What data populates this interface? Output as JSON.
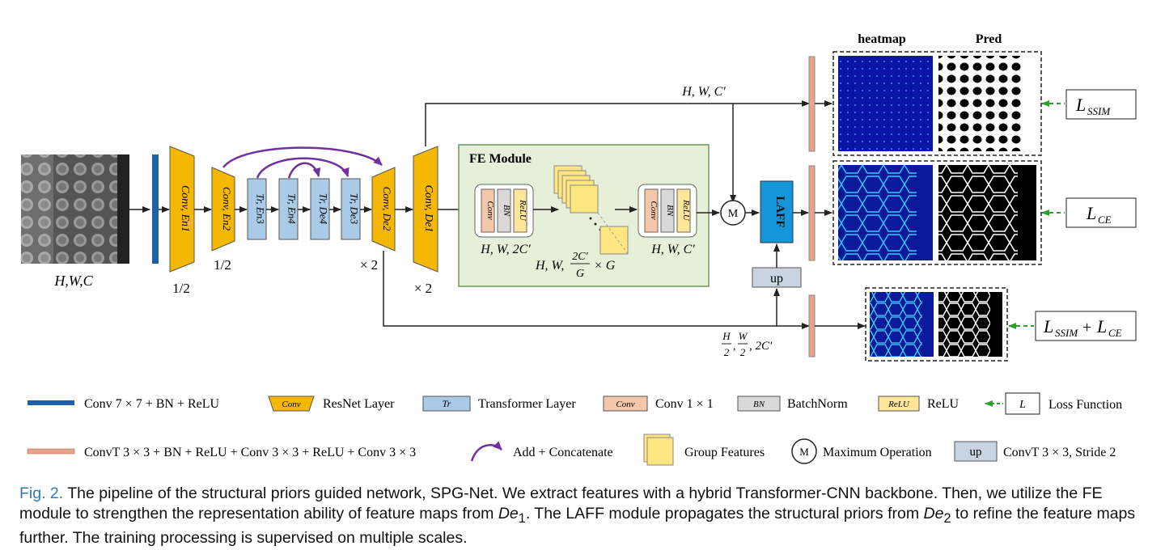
{
  "input": {
    "dims": "H,W,C"
  },
  "blocks": {
    "conv_en1": "Conv, En1",
    "conv_en2": "Conv, En2",
    "tr_en3": "Tr, En3",
    "tr_en4": "Tr, En4",
    "tr_de4": "Tr, De4",
    "tr_de3": "Tr, De3",
    "conv_de2": "Conv, De2",
    "conv_de1": "Conv, De1"
  },
  "scales": {
    "en1": "1/2",
    "en2": "1/2",
    "de2": "× 2",
    "de1": "× 2"
  },
  "fe_module": {
    "title": "FE Module",
    "conv": "Conv",
    "bn": "BN",
    "relu": "ReLU",
    "dim_left": "H, W, 2C′",
    "dim_mid_prefix": "H, W,",
    "dim_mid_num": "2C′",
    "dim_mid_den": "G",
    "dim_mid_suffix": "× G",
    "dim_right": "H, W, C′"
  },
  "top_dim": "H, W, C′",
  "bottom_dim": {
    "h_num": "H",
    "den": "2",
    "w_num": "W",
    "tail": ", 2C′"
  },
  "max_op": "M",
  "laff": "LAFF",
  "up": "up",
  "outputs": {
    "heatmap_label": "heatmap",
    "pred_label": "Pred",
    "loss1": {
      "main": "L",
      "sub": "SSIM"
    },
    "loss2": {
      "main": "L",
      "sub": "CE"
    },
    "loss3": {
      "a": "L",
      "a_sub": "SSIM",
      "plus": " +",
      "b": "L",
      "b_sub": "CE"
    }
  },
  "legend": {
    "conv7": "Conv 7 × 7   + BN + ReLU",
    "resnet_icon": "Conv",
    "resnet": "ResNet Layer",
    "tr_icon": "Tr",
    "transformer": "Transformer Layer",
    "conv1_icon": "Conv",
    "conv1": "Conv 1 × 1",
    "bn_icon": "BN",
    "bn": "BatchNorm",
    "relu_icon": "ReLU",
    "relu": "ReLU",
    "loss_icon": "L",
    "loss": "Loss Function",
    "convt": "ConvT 3 × 3 + BN + ReLU + Conv 3 × 3 + ReLU + Conv 3 × 3",
    "add": "Add + Concatenate",
    "group": "Group Features",
    "max_icon": "M",
    "max": "Maximum Operation",
    "up_icon": "up",
    "up": "ConvT  3 × 3, Stride 2"
  },
  "caption": {
    "fig": "Fig. 2.",
    "p1": "  The pipeline of the structural priors guided network, SPG-Net. We extract features with a hybrid Transformer-CNN backbone. Then, we utilize the FE module to strengthen the representation ability of feature maps from ",
    "de1": "De",
    "de1_sub": "1",
    "p2": ". The LAFF module propagates the structural priors from ",
    "de2": "De",
    "de2_sub": "2",
    "p3": " to refine the feature maps further. The training processing is supervised on multiple scales."
  },
  "colors": {
    "resnet": "#f5b800",
    "transformer": "#a9cbe8",
    "conv1x1": "#f4c7aa",
    "batchnorm": "#d9d9d9",
    "relu": "#ffe699",
    "laff": "#1596d8",
    "fe_bg": "#e6f0d9",
    "fe_border": "#6a9a5a",
    "blue_bar": "#1f5fa8",
    "convt_bar": "#e8a488",
    "arc": "#7030a0",
    "loss_arrow": "#2ca02c"
  }
}
